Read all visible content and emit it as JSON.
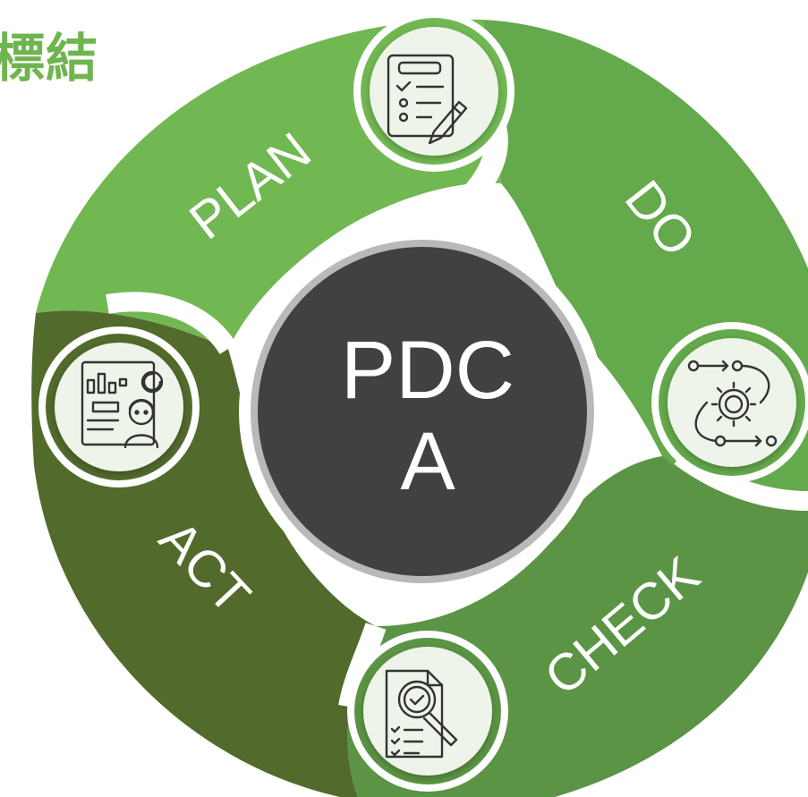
{
  "diagram": {
    "corner_title": "標結",
    "center": {
      "line1": "PDC",
      "line2": "A"
    },
    "phases": [
      {
        "label": "PLAN",
        "color": "#71b853",
        "icon": "clipboard-checklist-pen-icon"
      },
      {
        "label": "DO",
        "color": "#64a94b",
        "icon": "process-gear-flow-icon"
      },
      {
        "label": "CHECK",
        "color": "#5b9444",
        "icon": "document-magnifier-check-icon"
      },
      {
        "label": "ACT",
        "color": "#526a2c",
        "icon": "report-chart-person-icon"
      }
    ]
  }
}
